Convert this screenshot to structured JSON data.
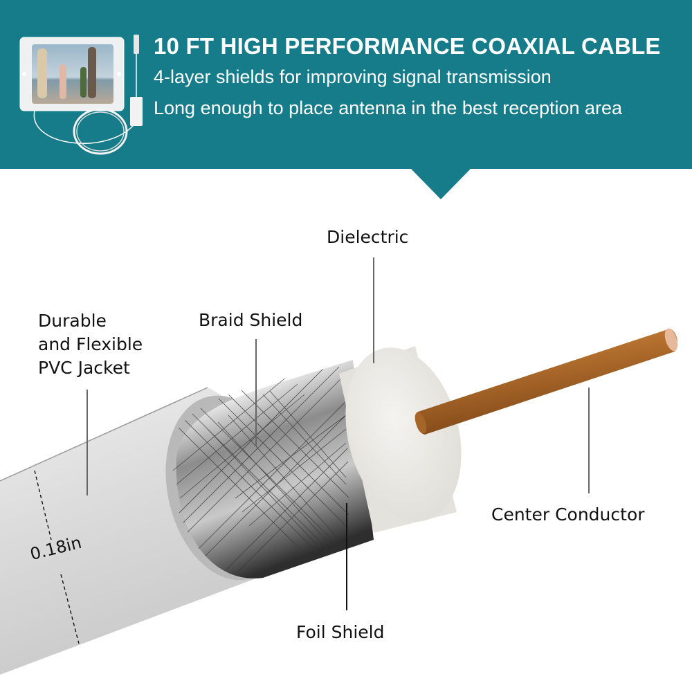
{
  "banner": {
    "title": "10 FT HIGH PERFORMANCE COAXIAL CABLE",
    "lines": [
      "4-layer shields for improving signal transmission",
      "Long enough to place antenna in the best reception area"
    ],
    "background_color": "#177c89",
    "text_color": "#ffffff"
  },
  "thumbnail": {
    "description": "tablet-style frame showing a family on a beach with white coaxial cable and antenna attached"
  },
  "diagram": {
    "labels": {
      "jacket": [
        "Durable",
        "and Flexible",
        "PVC Jacket"
      ],
      "braid": "Braid Shield",
      "dielectric": "Dielectric",
      "center": "Center Conductor",
      "foil": "Foil Shield"
    },
    "dimension": "0.18in",
    "colors": {
      "jacket": "#dcdcdc",
      "copper": "#b5702e",
      "dielectric": "#ecebe6",
      "foil": "#9a9a9a"
    }
  }
}
